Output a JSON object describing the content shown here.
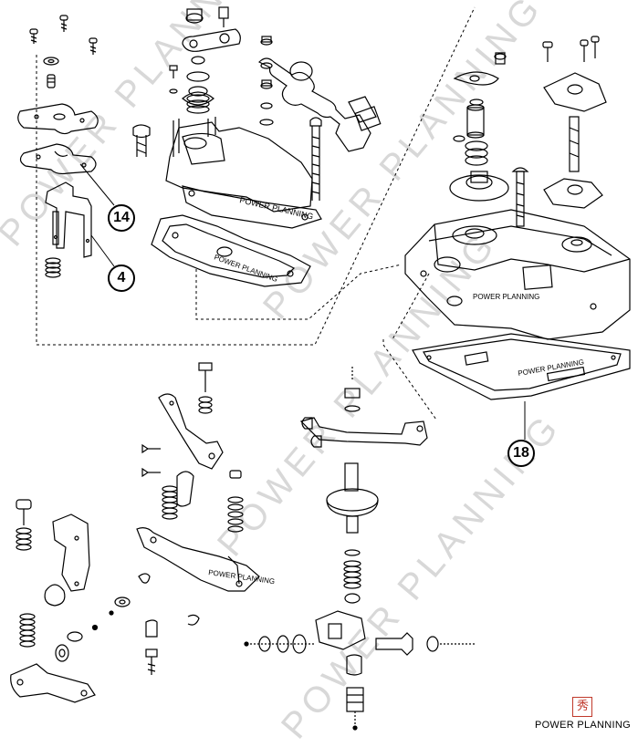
{
  "diagram": {
    "callouts": [
      {
        "id": "14",
        "label": "14"
      },
      {
        "id": "4",
        "label": "4"
      },
      {
        "id": "18",
        "label": "18"
      }
    ],
    "part_labels": {
      "lever_plate": "POWER PLANNING",
      "upper_gasket": "POWER PLANNING",
      "housing": "POWER PLANNING",
      "lower_gasket": "POWER PLANNING",
      "bracket": "POWER PLANNING"
    },
    "watermark_text": "POWER PLANNING",
    "brand": {
      "seal_glyph": "秀",
      "name": "POWER PLANNING",
      "seal_color": "#c0392b"
    },
    "colors": {
      "line": "#000000",
      "watermark": "#d8d8d8"
    }
  }
}
